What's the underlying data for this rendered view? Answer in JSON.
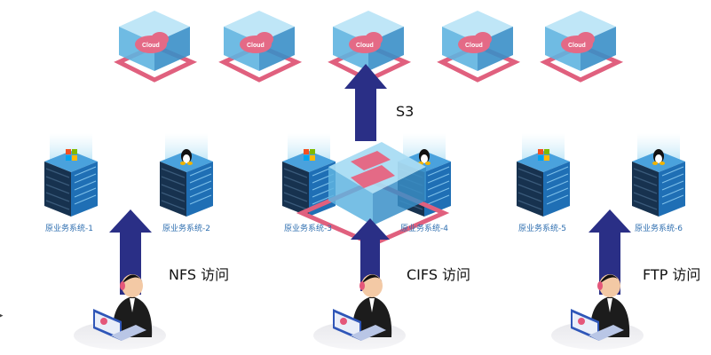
{
  "cloud": {
    "node_count": 5,
    "cloud_text": "Cloud",
    "selected_index": 2,
    "s3_label": "S3"
  },
  "servers": [
    {
      "caption": "原业务系统-1",
      "os": "windows-icon"
    },
    {
      "caption": "原业务系统-2",
      "os": "linux-icon"
    },
    {
      "caption": "原业务系统-3",
      "os": "windows-icon"
    },
    {
      "caption": "原业务系统-4",
      "os": "linux-icon"
    },
    {
      "caption": "原业务系统-5",
      "os": "windows-icon"
    },
    {
      "caption": "原业务系统-6",
      "os": "linux-icon"
    }
  ],
  "access": [
    {
      "label": "NFS 访问"
    },
    {
      "label": "CIFS 访问"
    },
    {
      "label": "FTP 访问"
    }
  ],
  "colors": {
    "cube_top": "#bfe6f7",
    "cube_left": "#5fb4e0",
    "cube_right": "#3a8fc8",
    "pink_frame": "#e0607e",
    "arrow": "#2a2f86",
    "server_body": "#1f6fb5",
    "caption": "#2f6fb0"
  }
}
